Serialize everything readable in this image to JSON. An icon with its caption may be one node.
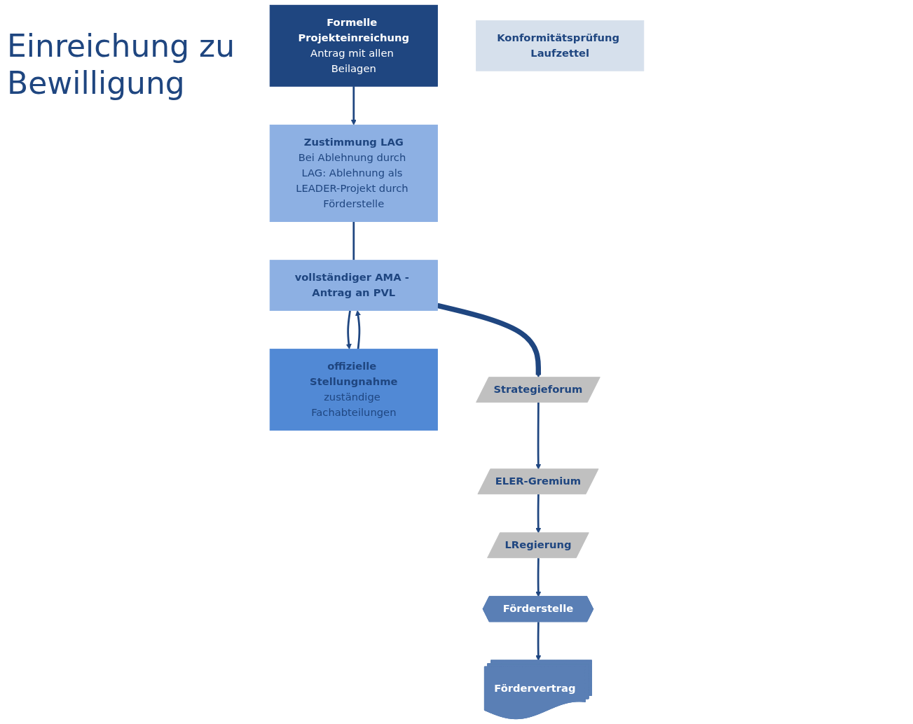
{
  "diagram": {
    "title": "Einreichung zu Bewilligung",
    "nodes": [
      {
        "text": [
          "Formelle Projekteinreichung",
          "Antrag mit allen Beilagen"
        ]
      },
      {
        "text": [
          "Zustimmung LAG",
          "Bei Ablehnung durch LAG: Ablehnung als LEADER-Projekt durch Förderstelle"
        ]
      },
      {
        "text": [
          "offizielle Stellungnahme",
          "zuständige Fachabteilungen"
        ]
      },
      {
        "text": [
          "vollständiger AMA - Antrag an PVL"
        ]
      },
      {
        "text": [
          "Konformitätsprüfung Laufzettel"
        ]
      },
      {
        "text": [
          "Strategieforum"
        ]
      },
      {
        "text": [
          "ELER-Gremium"
        ]
      },
      {
        "text": [
          "LRegierung"
        ]
      },
      {
        "text": [
          "Förderstelle"
        ]
      },
      {
        "text": [
          "Fördervertrag"
        ]
      }
    ],
    "edges": [
      {
        "from": 0,
        "to": 1,
        "arrow": "to"
      },
      {
        "from": 1,
        "to": 3,
        "arrow": "none"
      },
      {
        "from": 3,
        "to": 2,
        "arrow": "to"
      },
      {
        "from": 2,
        "to": 3,
        "arrow": "to"
      },
      {
        "from": 3,
        "to": 5,
        "arrow": "to",
        "style": "thick"
      },
      {
        "from": 5,
        "to": 6,
        "arrow": "to"
      },
      {
        "from": 6,
        "to": 7,
        "arrow": "to"
      },
      {
        "from": 7,
        "to": 8,
        "arrow": "to"
      },
      {
        "from": 8,
        "to": 9,
        "arrow": "to"
      }
    ]
  }
}
